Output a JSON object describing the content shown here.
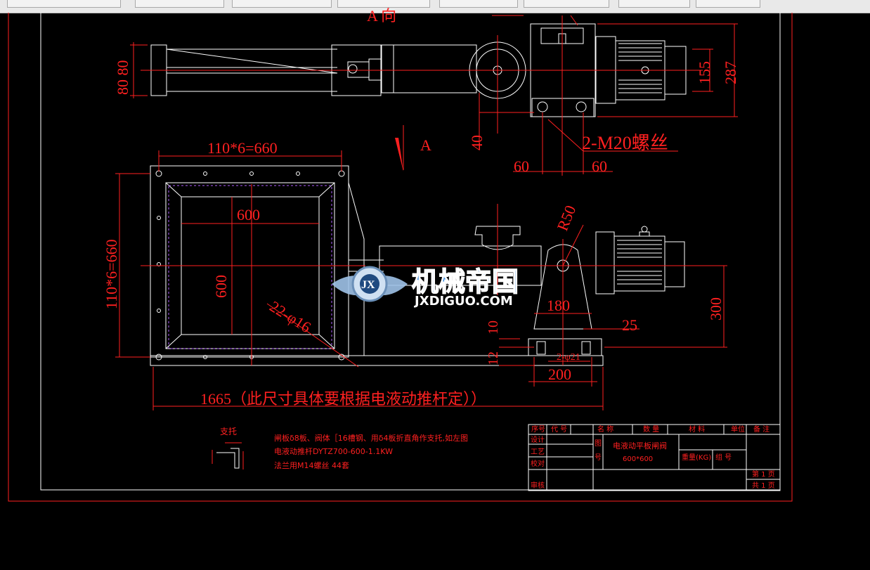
{
  "view_labels": {
    "view_a_top": "A 向",
    "section_a": "A"
  },
  "dimensions": {
    "d80_80": "80 80",
    "d155": "155",
    "d287": "287",
    "thread": "2-M20螺丝",
    "d40": "40",
    "d60_left": "60",
    "d60_right": "60",
    "d110x6_top": "110*6=660",
    "d600_h": "600",
    "d110x6_left": "110*6=660",
    "d600_v": "600",
    "holes": "22-φ16",
    "r50": "R50",
    "d180": "180",
    "d300": "300",
    "d10": "10",
    "d25": "25",
    "d12": "12",
    "holes2": "2-φ21",
    "d200": "200",
    "d1665": "1665（此尺寸具体要根据电液动推杆定））"
  },
  "notes": {
    "support_title": "支托",
    "line1": "闸板δ8板、阀体［16槽钢、用δ4板折直角作支托,如左图",
    "line2": "电液动推杆DYTZ700-600-1.1KW",
    "line3": "法兰用M14螺丝    44套"
  },
  "watermark": {
    "brand_cn": "机械帝国",
    "brand_en": "JXDIGUO.COM",
    "emblem_text": "JX"
  },
  "title_block": {
    "col_headers": [
      "序号",
      "代 号",
      "名 称",
      "数 量",
      "材 料",
      "单位",
      "备 注"
    ],
    "design": "设计",
    "process": "工艺",
    "check": "校对",
    "approve": "审核",
    "drawing_no_label": "图",
    "drawing_no_label2": "号",
    "part_name": "电液动平板闸阀",
    "part_size": "600*600",
    "weight_label": "重量(KG)",
    "group_label": "组  号",
    "sheet_no": "第 1 页",
    "sheet_total": "共 1 页"
  }
}
